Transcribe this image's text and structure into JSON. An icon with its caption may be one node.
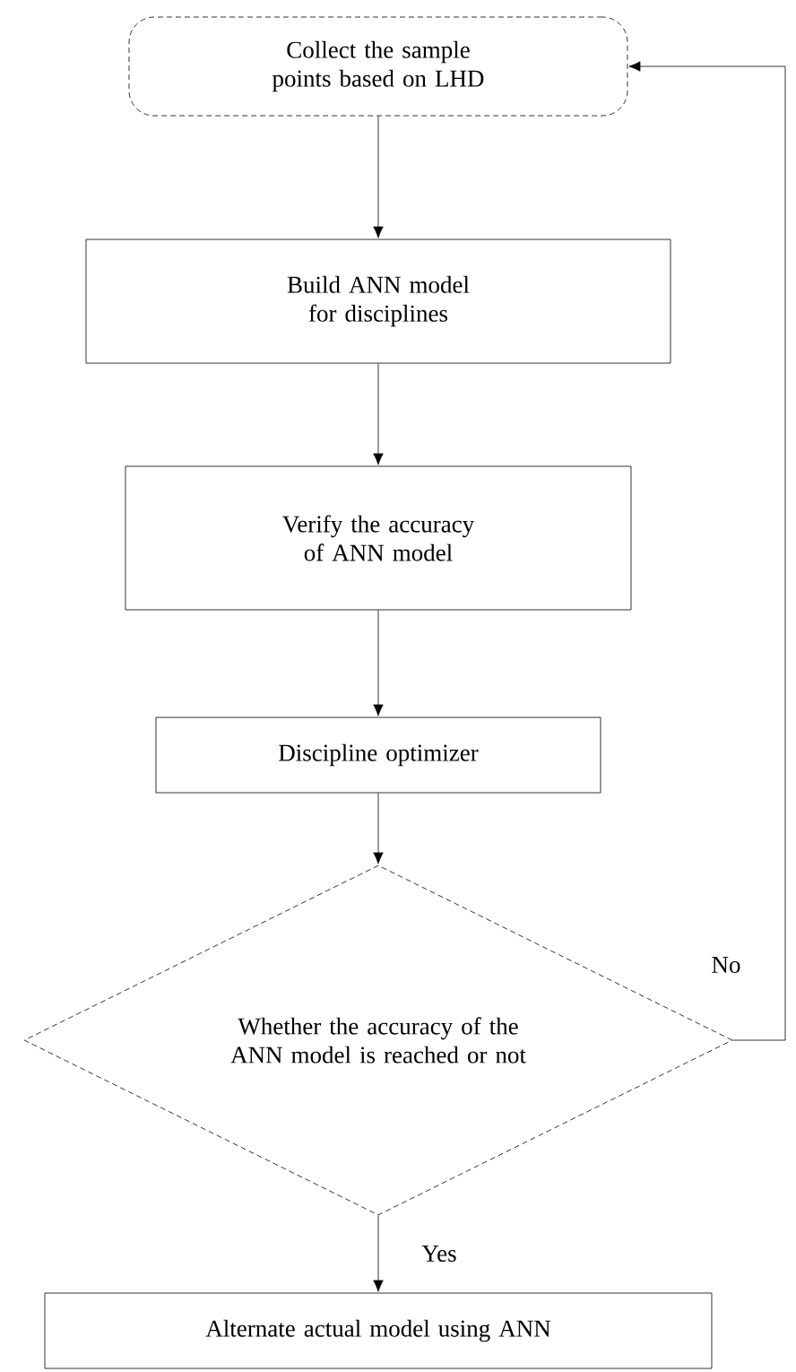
{
  "diagram": {
    "nodes": [
      {
        "text": [
          "Collect the sample points based on LHD"
        ]
      },
      {
        "text": [
          "Build ANN model for disciplines"
        ]
      },
      {
        "text": [
          "Verify the accuracy of ANN model"
        ]
      },
      {
        "text": [
          "Discipline optimizer"
        ]
      },
      {
        "text": [
          "Whether the accuracy of the ANN model is reached or not"
        ]
      },
      {
        "text": [
          "Alternate actual model using ANN"
        ]
      }
    ],
    "edges": [
      {
        "from": 0,
        "to": 1,
        "arrow": "to"
      },
      {
        "from": 1,
        "to": 2,
        "arrow": "to"
      },
      {
        "from": 2,
        "to": 3,
        "arrow": "to"
      },
      {
        "from": 3,
        "to": 4,
        "arrow": "to"
      },
      {
        "from": 4,
        "to": 5,
        "arrow": "to",
        "label": "Yes"
      },
      {
        "from": 4,
        "to": 0,
        "arrow": "to",
        "label": "No"
      }
    ]
  }
}
